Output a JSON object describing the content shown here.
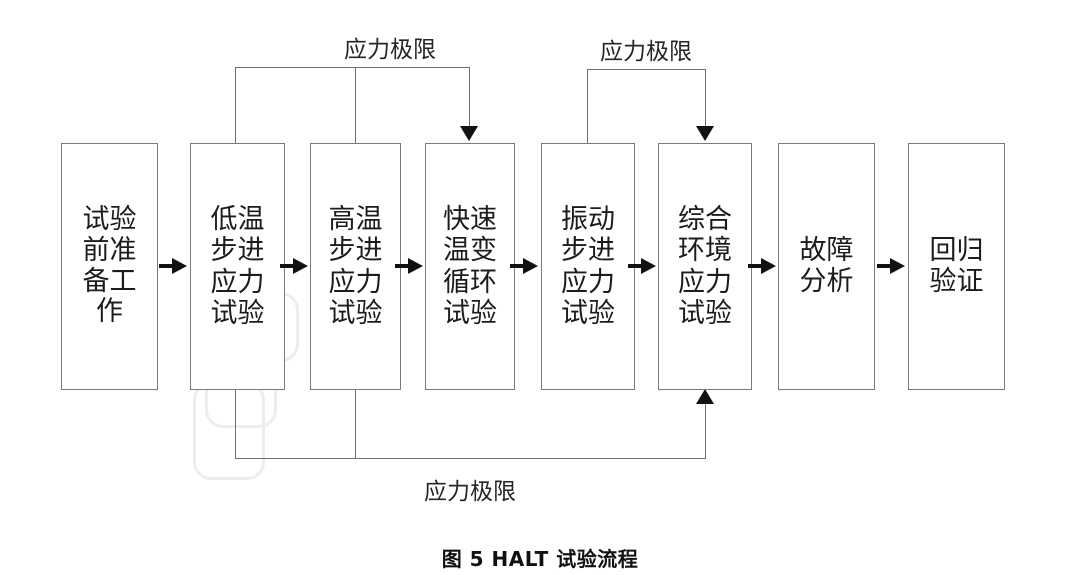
{
  "figure": {
    "caption": "图 5    HALT 试验流程",
    "stroke_color": "#7b7b7b",
    "arrow_color": "#111111",
    "background_color": "#ffffff",
    "text_color": "#1c1c1c"
  },
  "nodes": [
    {
      "id": "pre-test-preparation",
      "label": "试验\n前准\n备工\n作"
    },
    {
      "id": "low-temp-step-stress-test",
      "label": "低温\n步进\n应力\n试验"
    },
    {
      "id": "high-temp-step-stress-test",
      "label": "高温\n步进\n应力\n试验"
    },
    {
      "id": "rapid-thermal-cycling-test",
      "label": "快速\n温变\n循环\n试验"
    },
    {
      "id": "vibration-step-stress-test",
      "label": "振动\n步进\n应力\n试验"
    },
    {
      "id": "combined-environment-stress-test",
      "label": "综合\n环境\n应力\n试验"
    },
    {
      "id": "failure-analysis",
      "label": "故障\n分析"
    },
    {
      "id": "regression-verification",
      "label": "回归\n验证"
    }
  ],
  "feedback_loops": [
    {
      "id": "stress-limit-loop-top-left",
      "label": "应力极限"
    },
    {
      "id": "stress-limit-loop-top-right",
      "label": "应力极限"
    },
    {
      "id": "stress-limit-loop-bottom",
      "label": "应力极限"
    }
  ]
}
